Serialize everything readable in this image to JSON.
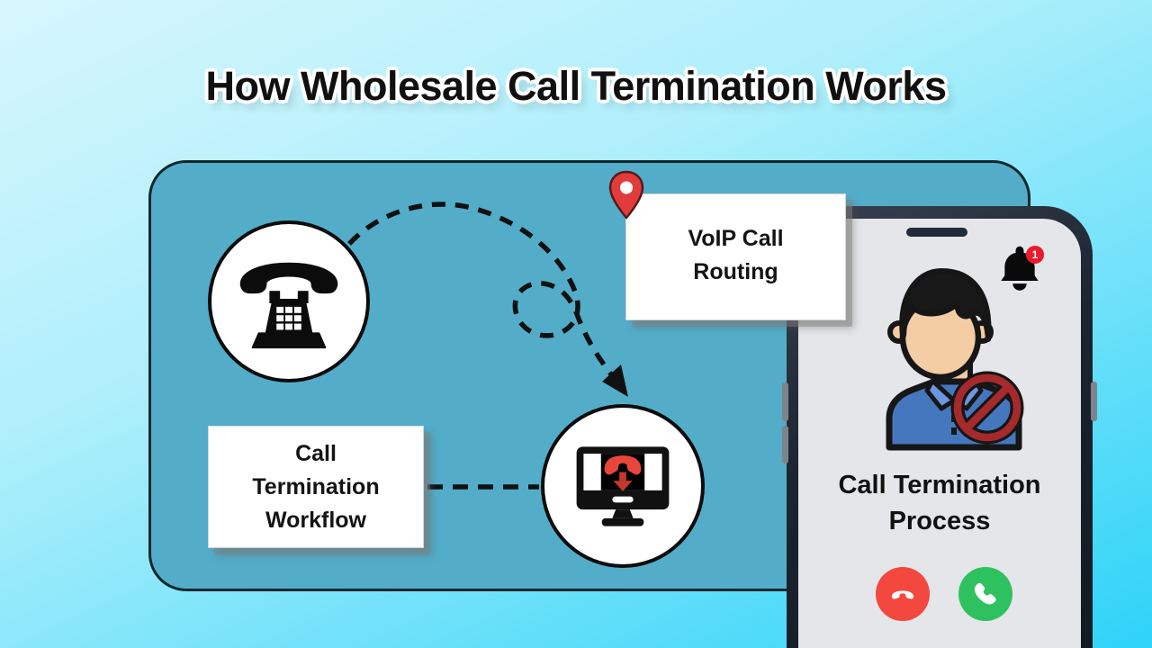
{
  "title": "How Wholesale Call Termination Works",
  "panel": {
    "voip_box": {
      "lines": [
        "VoIP Call",
        "Routing"
      ]
    },
    "workflow_box": {
      "lines": [
        "Call",
        "Termination",
        "Workflow"
      ]
    }
  },
  "phone": {
    "caption_lines": [
      "Call Termination",
      "Process"
    ],
    "notification_badge": "1"
  },
  "icons": {
    "telephone": "classic-telephone",
    "map_pin": "map-pin",
    "monitor": "monitor-call-termination",
    "bell": "notification-bell",
    "avatar": "caller-avatar-blocked",
    "decline": "decline-call-handset",
    "accept": "accept-call-handset"
  },
  "colors": {
    "background_top": "#d7f6fd",
    "background_bottom": "#2ed3f8",
    "panel": "#53adc9",
    "panel_border": "#0e2730",
    "pin_red": "#e23c3a",
    "monitor_red": "#e8463c",
    "decline_red": "#f2483e",
    "accept_green": "#2ec160",
    "badge_red": "#e81a2c",
    "shirt_blue": "#4577be",
    "no_sign_red": "#a62a2c"
  }
}
